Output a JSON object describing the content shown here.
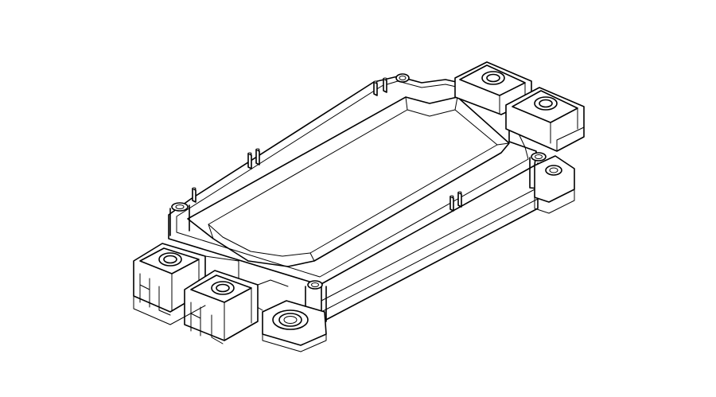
{
  "figure": {
    "background": "#ffffff",
    "line_color": "#000000",
    "subject": "power-module-isometric-outline",
    "power_terminal_count": 4,
    "mounting_hole_count": 4,
    "pin_pair_count": 4
  }
}
